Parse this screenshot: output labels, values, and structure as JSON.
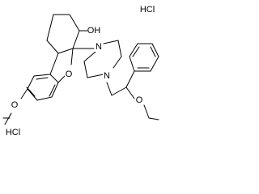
{
  "molecule": {
    "atoms": {
      "hydroxyl": "OH",
      "ring_oxygen": "O",
      "methoxy_oxygen": "O",
      "ether_oxygen": "O",
      "piperazine_n_top": "N",
      "piperazine_n_bottom": "N"
    },
    "salts": {
      "hcl_top": "HCl",
      "hcl_bottom": "HCl"
    }
  },
  "colors": {
    "bond": "#000000",
    "background": "#ffffff"
  }
}
